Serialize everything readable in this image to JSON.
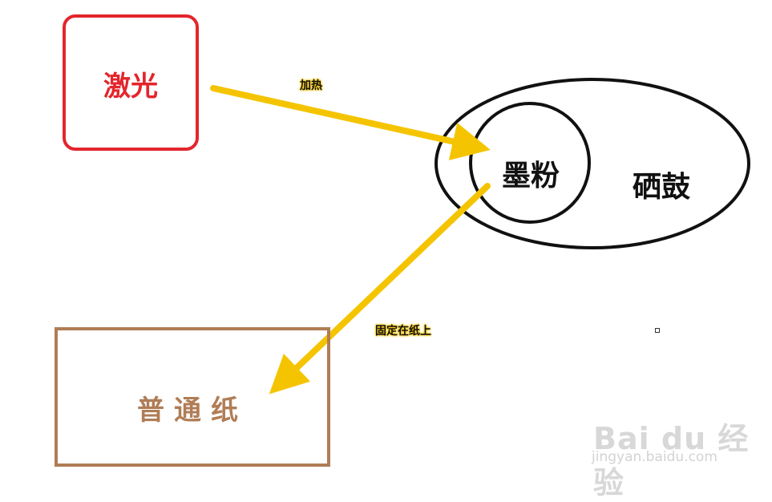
{
  "nodes": {
    "laser": "激光",
    "toner": "墨粉",
    "drum": "硒鼓",
    "paper": "普通纸"
  },
  "edges": {
    "heat": "加热",
    "fix": "固定在纸上"
  },
  "watermark": {
    "logo": "Bai du 经验",
    "url": "jingyan.baidu.com"
  },
  "colors": {
    "laser": "#e3262c",
    "paper": "#b07d56",
    "arrow": "#f5c400",
    "outline": "#111111"
  }
}
